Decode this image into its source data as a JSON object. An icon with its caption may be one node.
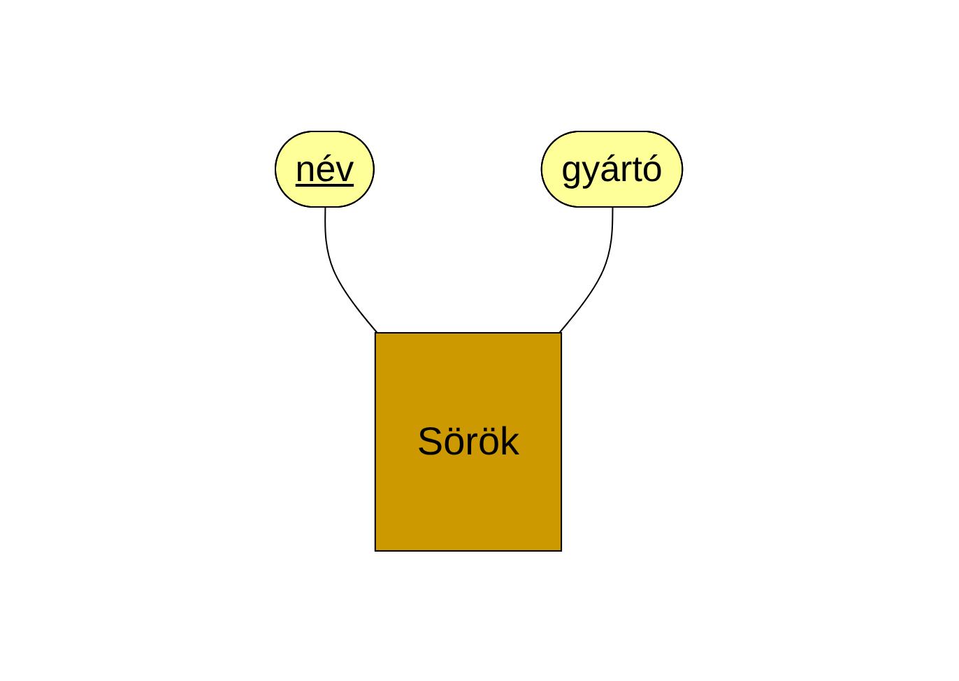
{
  "diagram": {
    "nodes": [
      {
        "text": [
          "név"
        ]
      },
      {
        "text": [
          "gyártó"
        ]
      },
      {
        "text": [
          "Sörök"
        ]
      }
    ],
    "edges": [
      {
        "from": 0,
        "to": 2,
        "arrow": "none"
      },
      {
        "from": 1,
        "to": 2,
        "arrow": "none"
      }
    ]
  }
}
